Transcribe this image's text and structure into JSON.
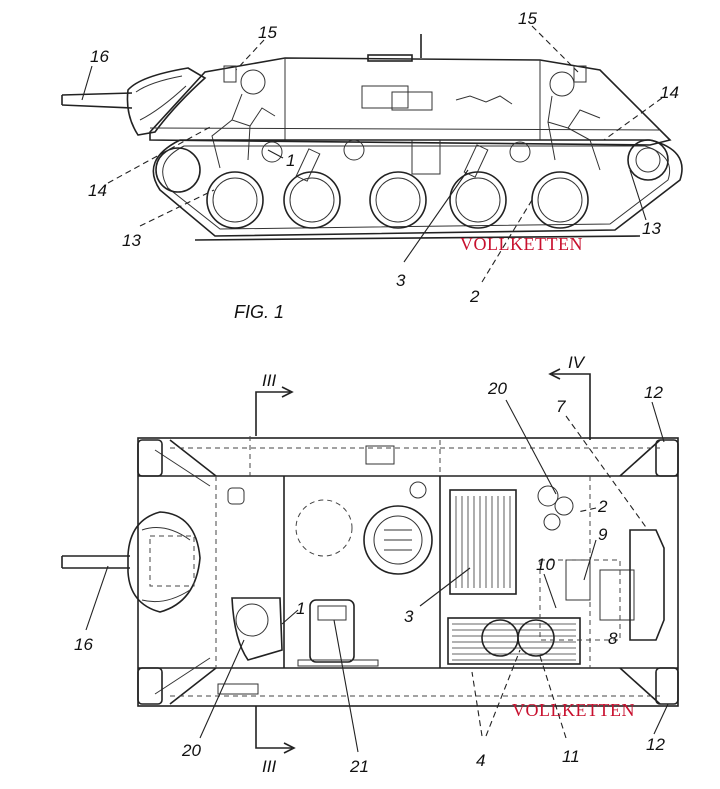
{
  "figure1": {
    "caption": "FIG. 1",
    "labels": {
      "l16": "16",
      "l15a": "15",
      "l15b": "15",
      "l14a": "14",
      "l14b": "14",
      "l13a": "13",
      "l13b": "13",
      "l1": "1",
      "l3": "3",
      "l2": "2"
    },
    "overlay_text": "VOLLKETTEN"
  },
  "figure2": {
    "section_marks": {
      "s3_top": "III",
      "s4_top": "IV",
      "s3_bottom": "III"
    },
    "labels": {
      "l20a": "20",
      "l7": "7",
      "l12a": "12",
      "l2": "2",
      "l9": "9",
      "l10": "10",
      "l3": "3",
      "l8": "8",
      "l1": "1",
      "l16": "16",
      "l20b": "20",
      "l21": "21",
      "l4": "4",
      "l11": "11",
      "l12b": "12"
    },
    "overlay_text": "VOLLKETTEN"
  },
  "colors": {
    "ink": "#222222",
    "overlay": "#c8102e",
    "paper": "#ffffff"
  }
}
